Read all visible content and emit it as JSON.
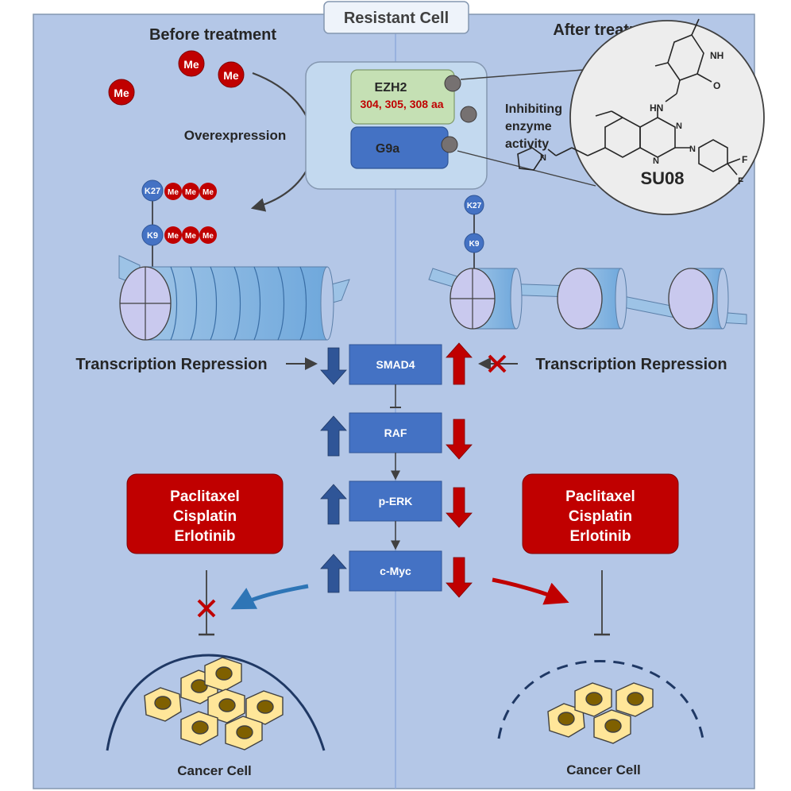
{
  "header": {
    "title": "Resistant Cell"
  },
  "panels": {
    "left_heading": "Before treatment",
    "right_heading": "After treatment"
  },
  "methyl_label": "Me",
  "overexpression_label": "Overexpression",
  "complex": {
    "ezh2_label": "EZH2",
    "ezh2_sites": "304, 305, 308 aa",
    "g9a_label": "G9a",
    "inhibit_line1": "Inhibiting",
    "inhibit_line2": "enzyme",
    "inhibit_line3": "activity"
  },
  "compound": {
    "name": "SU08",
    "atoms": {
      "nh": "NH",
      "o": "O",
      "hn": "HN",
      "n": "N",
      "f": "F"
    }
  },
  "histone_marks": {
    "k27": "K27",
    "k9": "K9"
  },
  "transcription": {
    "left": "Transcription Repression",
    "right": "Transcription Repression"
  },
  "pathway": {
    "nodes": [
      "SMAD4",
      "RAF",
      "p-ERK",
      "c-Myc"
    ]
  },
  "drugs": {
    "left": [
      "Paclitaxel",
      "Cisplatin",
      "Erlotinib"
    ],
    "right": [
      "Paclitaxel",
      "Cisplatin",
      "Erlotinib"
    ]
  },
  "cancer_cell": {
    "left": "Cancer Cell",
    "right": "Cancer Cell"
  },
  "colors": {
    "background": "#b4c7e7",
    "box_blue": "#4472c4",
    "ezh2_green": "#c5e0b4",
    "drug_red": "#c00000",
    "methyl_red": "#c00000",
    "arrow_blue": "#2f5597",
    "arrow_red": "#c00000",
    "cell_yellow": "#ffe699",
    "nucleus": "#7f6000"
  }
}
